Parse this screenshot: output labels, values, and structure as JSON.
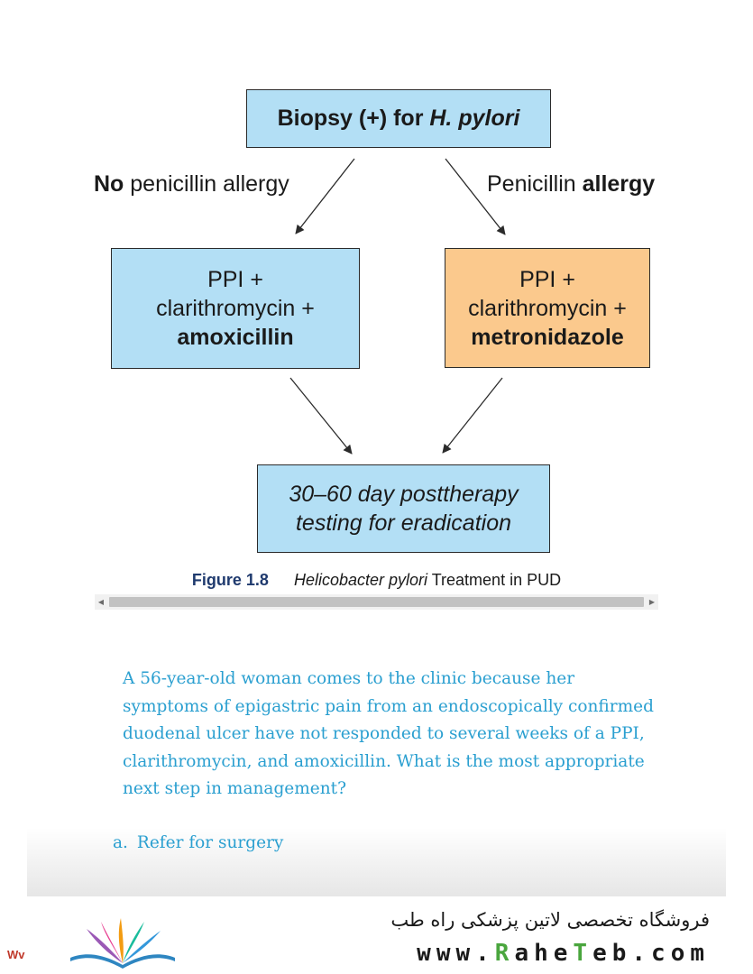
{
  "flowchart": {
    "top_box": {
      "text": "Biopsy (+) for ",
      "italic": "H. pylori"
    },
    "branch_left": {
      "bold": "No",
      "text": " penicillin allergy"
    },
    "branch_right": {
      "text": "Penicillin ",
      "bold": "allergy"
    },
    "left_box": {
      "line1": "PPI +",
      "line2": "clarithromycin +",
      "line3": "amoxicillin"
    },
    "right_box": {
      "line1": "PPI +",
      "line2": "clarithromycin +",
      "line3": "metronidazole"
    },
    "bottom_box": {
      "line1": "30–60 day posttherapy",
      "line2": "testing for eradication"
    },
    "colors": {
      "blue_box": "#b3dff5",
      "orange_box": "#fbc98d",
      "caption_label": "#1f3a6e"
    }
  },
  "caption": {
    "label": "Figure 1.8",
    "italic": "Helicobacter pylori",
    "text": " Treatment in PUD"
  },
  "scrollbar": {
    "left_arrow": "◀",
    "right_arrow": "▶"
  },
  "question": {
    "text": "A 56-year-old woman comes to the clinic because her symptoms of epigastric pain from an endoscopically confirmed duodenal ulcer have not responded to several weeks of a PPI, clarithromycin, and amoxicillin. What is the most appropriate next step in management?",
    "option_a_letter": "a.",
    "option_a_text": "Refer for surgery",
    "text_color": "#2a9fd0"
  },
  "footer": {
    "shop_name": "فروشگاه تخصصی لاتین پزشکی راه طب",
    "site_prefix": "www.",
    "site_r": "R",
    "site_mid1": "ahe",
    "site_t": "T",
    "site_suffix": "eb.com",
    "corner_mark": "Wv",
    "logo": "book-rainbow-logo"
  }
}
